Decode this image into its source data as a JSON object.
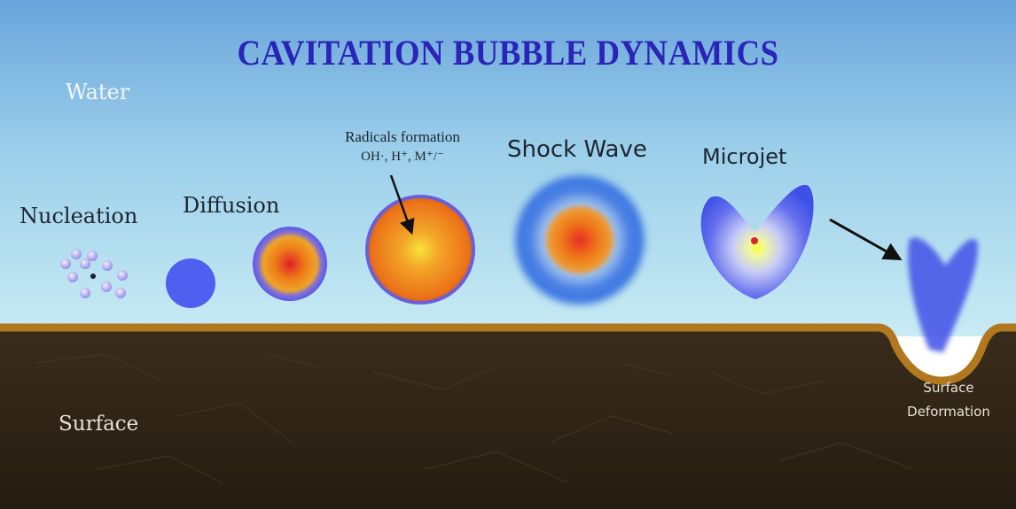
{
  "title": "CAVITATION BUBBLE DYNAMICS",
  "regions": {
    "water_label": "Water",
    "surface_label": "Surface"
  },
  "stages": {
    "nucleation": "Nucleation",
    "diffusion": "Diffusion",
    "radicals_line1": "Radicals formation",
    "radicals_line2": "OH·, H⁺, M⁺/⁻",
    "shock_wave": "Shock Wave",
    "microjet": "Microjet",
    "deformation_line1": "Surface",
    "deformation_line2": "Deformation"
  },
  "colors": {
    "title": "#2a25b8",
    "water_top": "#6fa8dd",
    "water_bottom": "#c6e8f4",
    "ground": "#2f2418",
    "ground_edge": "#b2781f",
    "bubble_blue": "#4f63f0",
    "bubble_core_orange": "#ef7a18",
    "bubble_core_yellow": "#f7e31e"
  }
}
